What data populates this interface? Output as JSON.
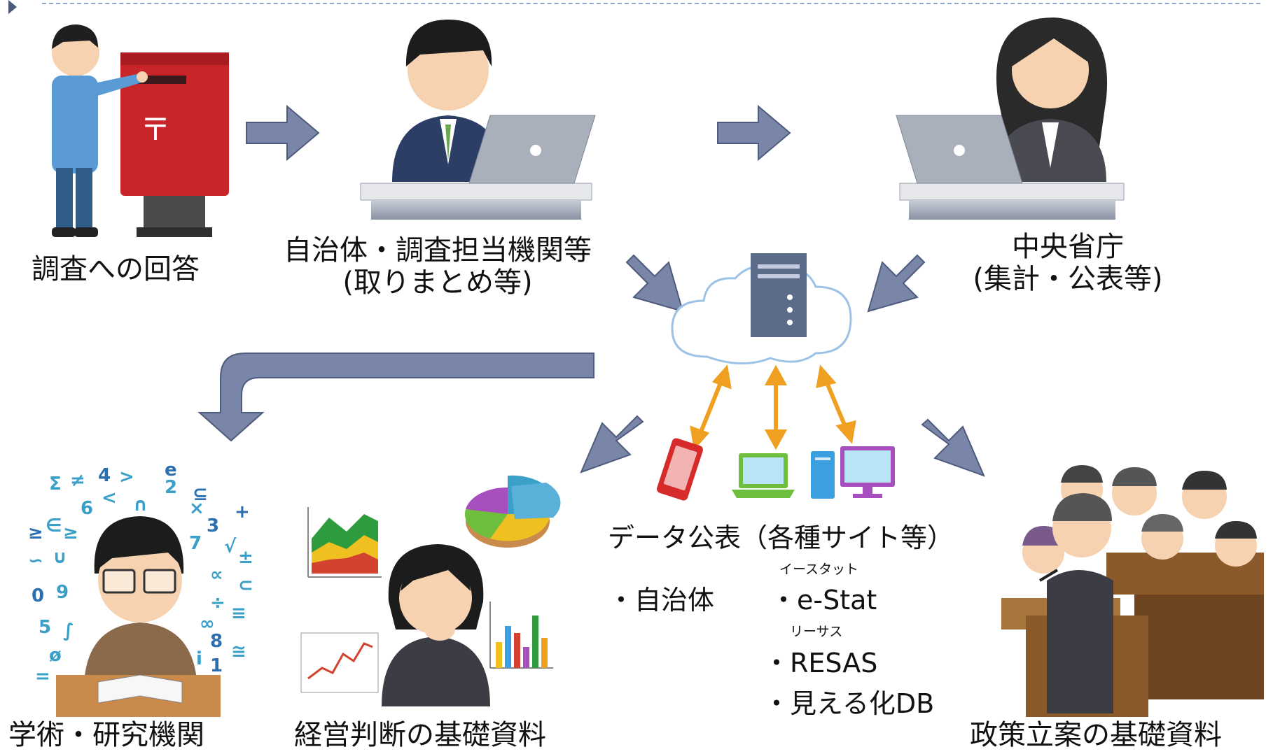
{
  "nodes": {
    "answer": {
      "label": "調査への回答"
    },
    "local": {
      "line1": "自治体・調査担当機関等",
      "line2": "(取りまとめ等)"
    },
    "central": {
      "line1": "中央省庁",
      "line2": "(集計・公表等)"
    },
    "academic": {
      "label": "学術・研究機関"
    },
    "business": {
      "label": "経営判断の基礎資料"
    },
    "policy": {
      "label": "政策立案の基礎資料"
    }
  },
  "publication": {
    "title": "データ公表（各種サイト等）",
    "items": [
      {
        "ruby": "",
        "label": "・自治体"
      },
      {
        "ruby": "イースタット",
        "label": "・e-Stat"
      },
      {
        "ruby": "リーサス",
        "label": "・RESAS"
      },
      {
        "ruby": "",
        "label": "・見える化DB"
      }
    ]
  },
  "colors": {
    "flow_arrow": "#7a86a8",
    "flow_arrow_stroke": "#4f5b7e",
    "device_arrow": "#f0a021",
    "cloud_stroke": "#9cc3e6",
    "server": "#5d6b8a",
    "post_box": "#c8252b",
    "suit": "#2c3e66",
    "laptop": "#a9b0bb"
  },
  "icons": [
    "post-box-icon",
    "person-icon",
    "laptop-icon",
    "cloud-server-icon",
    "smartphone-icon",
    "notebook-pc-icon",
    "desktop-pc-icon",
    "chart-icon",
    "pie-chart-icon",
    "math-symbols-icon",
    "assembly-icon"
  ]
}
